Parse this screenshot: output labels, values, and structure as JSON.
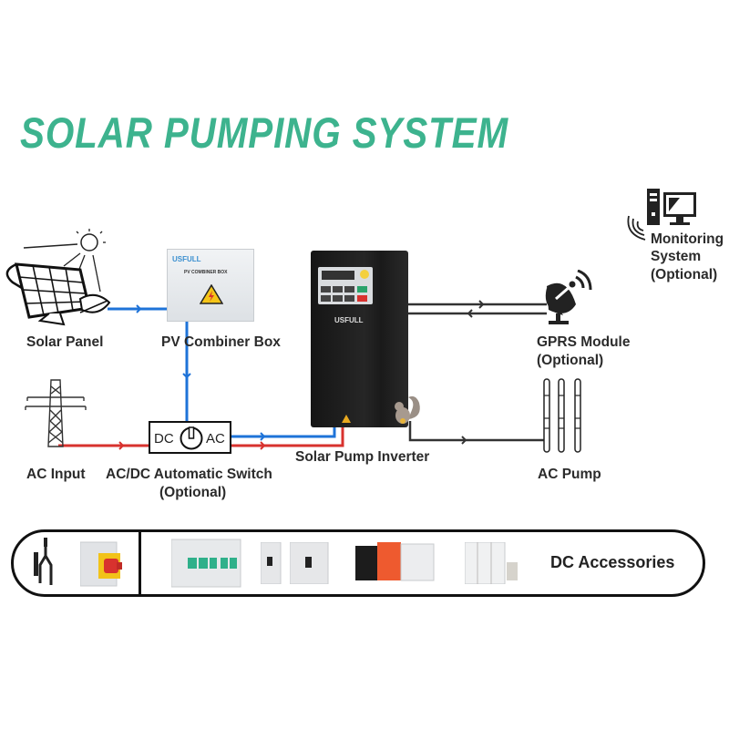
{
  "title": "SOLAR PUMPING SYSTEM",
  "colors": {
    "title": "#3db38e",
    "dc_wire": "#1e73d8",
    "ac_wire": "#d8322e",
    "signal_wire": "#333333",
    "inverter_body": "#1e1e1e",
    "combiner_box": "#e9ecef"
  },
  "components": {
    "solar_panel": {
      "label": "Solar Panel",
      "icon": "solar-panel-icon"
    },
    "combiner_box": {
      "label": "PV Combiner Box",
      "brand": "USFULL",
      "plate": "PV COMBINER BOX",
      "icon": "high-voltage-warning-icon"
    },
    "inverter": {
      "label": "Solar Pump Inverter",
      "brand": "USFULL",
      "icon": "inverter-icon"
    },
    "gprs": {
      "label_line1": "GPRS Module",
      "label_line2": "(Optional)",
      "icon": "satellite-dish-icon"
    },
    "monitoring": {
      "label_line1": "Monitoring",
      "label_line2": "System",
      "label_line3": "(Optional)",
      "icon": "computer-icon"
    },
    "ac_input": {
      "label": "AC Input",
      "icon": "power-tower-icon"
    },
    "switch": {
      "label_line1": "AC/DC Automatic Switch",
      "label_line2": "(Optional)",
      "left_text": "DC",
      "right_text": "AC",
      "icon": "switch-dial-icon"
    },
    "pump": {
      "label": "AC Pump",
      "icon": "pump-icon"
    }
  },
  "accessories": {
    "label": "DC Accessories",
    "items": [
      "mc4-connector",
      "isolator-switch",
      "dc-circuit-breaker",
      "mccb-small",
      "mccb-large",
      "surge-protector",
      "fuse-holder"
    ]
  }
}
